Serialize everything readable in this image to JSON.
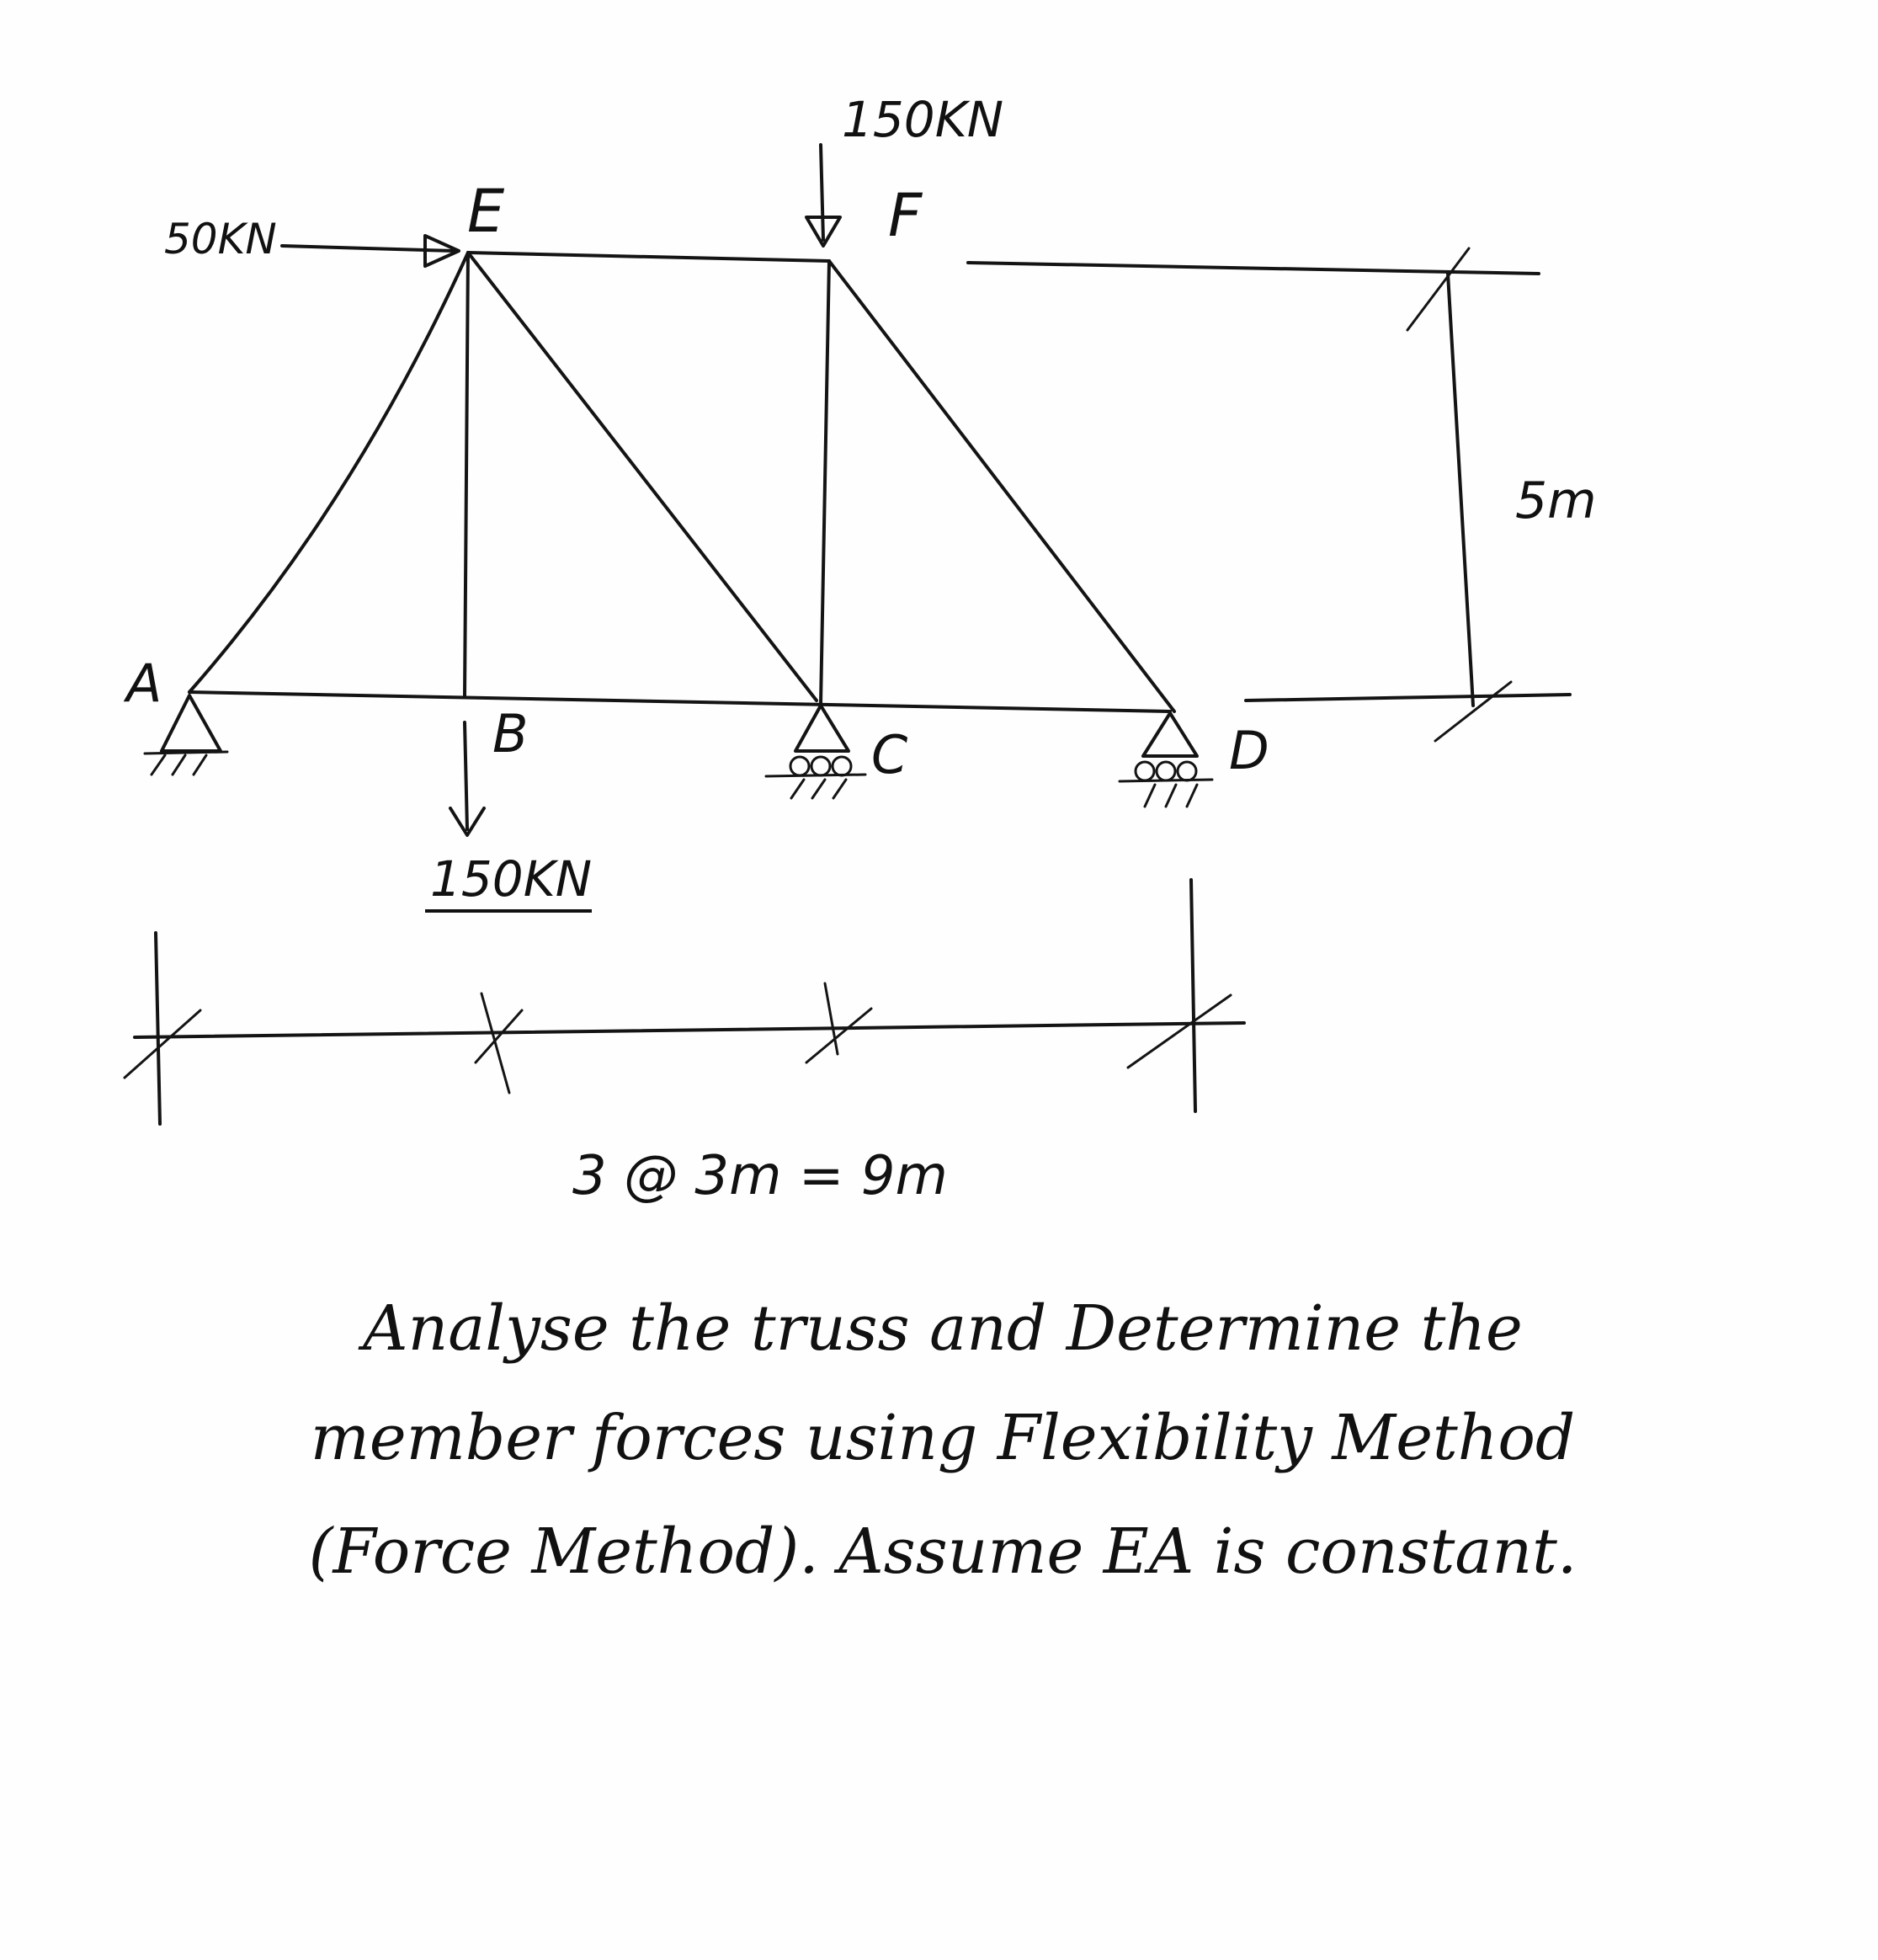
{
  "diagram": {
    "nodes": {
      "A": "A",
      "B": "B",
      "C": "C",
      "D": "D",
      "E": "E",
      "F": "F"
    },
    "loads": {
      "horizontal_at_E": "50KN",
      "vertical_at_F": "150KN",
      "vertical_at_B": "150KN"
    },
    "dimensions": {
      "height": "5m",
      "span": "3 @ 3m = 9m"
    },
    "question": {
      "line1": "Analyse the truss and Determine the",
      "line2": "member forces using Flexibility Method",
      "line3": "(Force Method). Assume EA is constant."
    }
  }
}
